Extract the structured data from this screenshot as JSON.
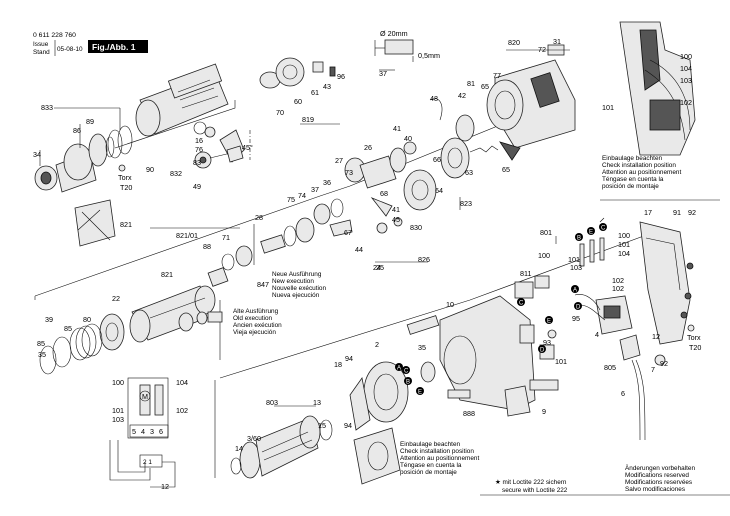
{
  "header": {
    "part_number": "0 611 228 760",
    "issue_label": "Issue",
    "stand_label": "Stand",
    "date": "05-08-10",
    "figure": "Fig./Abb. 1"
  },
  "dimension": {
    "diameter": "Ø 20mm",
    "thickness": "0,5mm",
    "ref": "37"
  },
  "angle": "45°",
  "torx": {
    "label": "Torx",
    "size": "T20"
  },
  "notes": {
    "install_pos_1": [
      "Einbaulage beachten",
      "Check installation position",
      "Attention au positionnement",
      "Téngase en cuenta la",
      "posición de montaje"
    ],
    "install_pos_2": [
      "Einbaulage beachten",
      "Check installation position",
      "Attention au positionnement",
      "Téngase en cuenta la",
      "posición de montaje"
    ],
    "new_execution": [
      "Neue Ausführung",
      "New execution",
      "Nouvelle exécution",
      "Nueva ejecución"
    ],
    "old_execution": [
      "Alte Ausführung",
      "Old execution",
      "Ancien exécution",
      "Vieja ejecución"
    ],
    "loctite": [
      "★ mit Loctite 222 sichern",
      "secure with Loctite 222"
    ],
    "modifications": [
      "Änderungen vorbehalten",
      "Modifications reserved",
      "Modifications reservées",
      "Salvo modificaciones"
    ]
  },
  "schematic": {
    "terminals": [
      "5",
      "4",
      "3",
      "6"
    ],
    "mode": "M",
    "small": "2 1"
  },
  "callouts": [
    {
      "id": "c-833",
      "text": "833"
    },
    {
      "id": "c-89",
      "text": "89"
    },
    {
      "id": "c-86",
      "text": "86"
    },
    {
      "id": "c-34",
      "text": "34"
    },
    {
      "id": "c-90",
      "text": "90"
    },
    {
      "id": "c-832",
      "text": "832"
    },
    {
      "id": "c-49",
      "text": "49"
    },
    {
      "id": "c-83",
      "text": "83"
    },
    {
      "id": "c-76",
      "text": "76"
    },
    {
      "id": "c-16",
      "text": "16"
    },
    {
      "id": "c-70",
      "text": "70"
    },
    {
      "id": "c-60",
      "text": "60"
    },
    {
      "id": "c-61",
      "text": "61"
    },
    {
      "id": "c-43",
      "text": "43"
    },
    {
      "id": "c-96",
      "text": "96"
    },
    {
      "id": "c-819",
      "text": "819"
    },
    {
      "id": "c-48",
      "text": "48"
    },
    {
      "id": "c-42",
      "text": "42"
    },
    {
      "id": "c-81",
      "text": "81"
    },
    {
      "id": "c-65",
      "text": "65"
    },
    {
      "id": "c-77",
      "text": "77"
    },
    {
      "id": "c-820",
      "text": "820"
    },
    {
      "id": "c-72",
      "text": "72"
    },
    {
      "id": "c-31",
      "text": "31"
    },
    {
      "id": "c-41a",
      "text": "41"
    },
    {
      "id": "c-40",
      "text": "40"
    },
    {
      "id": "c-26",
      "text": "26"
    },
    {
      "id": "c-27",
      "text": "27"
    },
    {
      "id": "c-73",
      "text": "73"
    },
    {
      "id": "c-36",
      "text": "36"
    },
    {
      "id": "c-37",
      "text": "37"
    },
    {
      "id": "c-74",
      "text": "74"
    },
    {
      "id": "c-75",
      "text": "75"
    },
    {
      "id": "c-28",
      "text": "28"
    },
    {
      "id": "c-66",
      "text": "66"
    },
    {
      "id": "c-64",
      "text": "64"
    },
    {
      "id": "c-63",
      "text": "63"
    },
    {
      "id": "c-823",
      "text": "823"
    },
    {
      "id": "c-65b",
      "text": "65"
    },
    {
      "id": "c-68",
      "text": "68"
    },
    {
      "id": "c-45",
      "text": "45"
    },
    {
      "id": "c-41b",
      "text": "41"
    },
    {
      "id": "c-830",
      "text": "830"
    },
    {
      "id": "c-67",
      "text": "67"
    },
    {
      "id": "c-44",
      "text": "44"
    },
    {
      "id": "c-24",
      "text": "24"
    },
    {
      "id": "c-826",
      "text": "826"
    },
    {
      "id": "c-821a",
      "text": "821"
    },
    {
      "id": "c-821-01",
      "text": "821/01"
    },
    {
      "id": "c-88",
      "text": "88"
    },
    {
      "id": "c-71",
      "text": "71"
    },
    {
      "id": "c-821b",
      "text": "821"
    },
    {
      "id": "c-847",
      "text": "847"
    },
    {
      "id": "c-22",
      "text": "22"
    },
    {
      "id": "c-80",
      "text": "80"
    },
    {
      "id": "c-85a",
      "text": "85"
    },
    {
      "id": "c-39",
      "text": "39"
    },
    {
      "id": "c-85b",
      "text": "85"
    },
    {
      "id": "c-35a",
      "text": "35"
    },
    {
      "id": "c-100a",
      "text": "100"
    },
    {
      "id": "c-101a",
      "text": "101"
    },
    {
      "id": "c-103a",
      "text": "103"
    },
    {
      "id": "c-104a",
      "text": "104"
    },
    {
      "id": "c-102a",
      "text": "102"
    },
    {
      "id": "c-12a",
      "text": "12"
    },
    {
      "id": "c-803",
      "text": "803"
    },
    {
      "id": "c-13",
      "text": "13"
    },
    {
      "id": "c-360",
      "text": "3/60"
    },
    {
      "id": "c-14",
      "text": "14"
    },
    {
      "id": "c-15",
      "text": "15"
    },
    {
      "id": "c-18",
      "text": "18"
    },
    {
      "id": "c-94a",
      "text": "94"
    },
    {
      "id": "c-94b",
      "text": "94"
    },
    {
      "id": "c-2",
      "text": "2"
    },
    {
      "id": "c-35b",
      "text": "35"
    },
    {
      "id": "c-10",
      "text": "10"
    },
    {
      "id": "c-888",
      "text": "888"
    },
    {
      "id": "c-9",
      "text": "9"
    },
    {
      "id": "c-801",
      "text": "801"
    },
    {
      "id": "c-811",
      "text": "811"
    },
    {
      "id": "c-100b",
      "text": "100"
    },
    {
      "id": "c-93",
      "text": "93"
    },
    {
      "id": "c-95",
      "text": "95"
    },
    {
      "id": "c-101b",
      "text": "101"
    },
    {
      "id": "c-4",
      "text": "4"
    },
    {
      "id": "c-12b",
      "text": "12"
    },
    {
      "id": "c-805",
      "text": "805"
    },
    {
      "id": "c-7",
      "text": "7"
    },
    {
      "id": "c-92a",
      "text": "92"
    },
    {
      "id": "c-6",
      "text": "6"
    },
    {
      "id": "c-17",
      "text": "17"
    },
    {
      "id": "c-91",
      "text": "91"
    },
    {
      "id": "c-92b",
      "text": "92"
    },
    {
      "id": "c-100c",
      "text": "100"
    },
    {
      "id": "c-101c",
      "text": "101"
    },
    {
      "id": "c-103b",
      "text": "103"
    },
    {
      "id": "c-104b",
      "text": "104"
    },
    {
      "id": "c-102b",
      "text": "102"
    },
    {
      "id": "c-102c",
      "text": "102"
    },
    {
      "id": "c-101d",
      "text": "101"
    },
    {
      "id": "c-100d",
      "text": "100"
    },
    {
      "id": "c-104c",
      "text": "104"
    },
    {
      "id": "c-103c",
      "text": "103"
    },
    {
      "id": "c-101e",
      "text": "101"
    },
    {
      "id": "c-102d",
      "text": "102"
    },
    {
      "id": "c-25",
      "text": "25"
    }
  ],
  "wire_markers": [
    "A",
    "B",
    "C",
    "D",
    "E"
  ]
}
